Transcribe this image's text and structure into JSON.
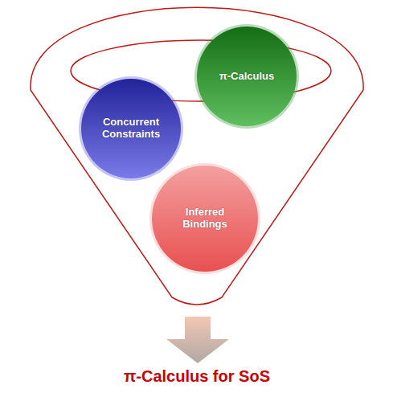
{
  "diagram": {
    "nodes": [
      {
        "text": [
          "Concurrent Constraints"
        ]
      },
      {
        "text": [
          "π-Calculus"
        ]
      },
      {
        "text": [
          "Inferred Bindings"
        ]
      }
    ],
    "labels": [
      "π-Calculus for SoS"
    ]
  }
}
